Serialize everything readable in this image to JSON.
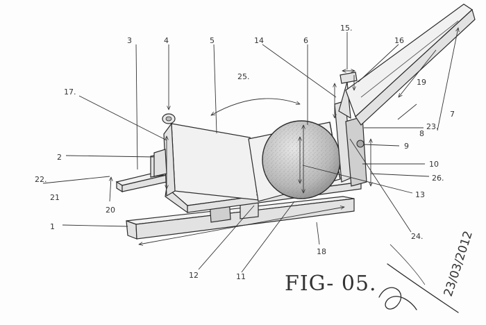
{
  "figure": {
    "title": "FIG- 05.",
    "date": "23/03/2012"
  },
  "labels": {
    "l1": "1",
    "l2": "2",
    "l3": "3",
    "l4": "4",
    "l5": "5",
    "l6": "6",
    "l7": "7",
    "l8": "8",
    "l9": "9",
    "l10": "10",
    "l11": "11",
    "l12": "12",
    "l13": "13",
    "l14": "14",
    "l15": "15.",
    "l16": "16",
    "l17": "17.",
    "l18": "18",
    "l19": "19",
    "l20": "20",
    "l21": "21",
    "l22": "22.",
    "l23": "23.",
    "l24": "24.",
    "l25": "25.",
    "l26": "26."
  }
}
